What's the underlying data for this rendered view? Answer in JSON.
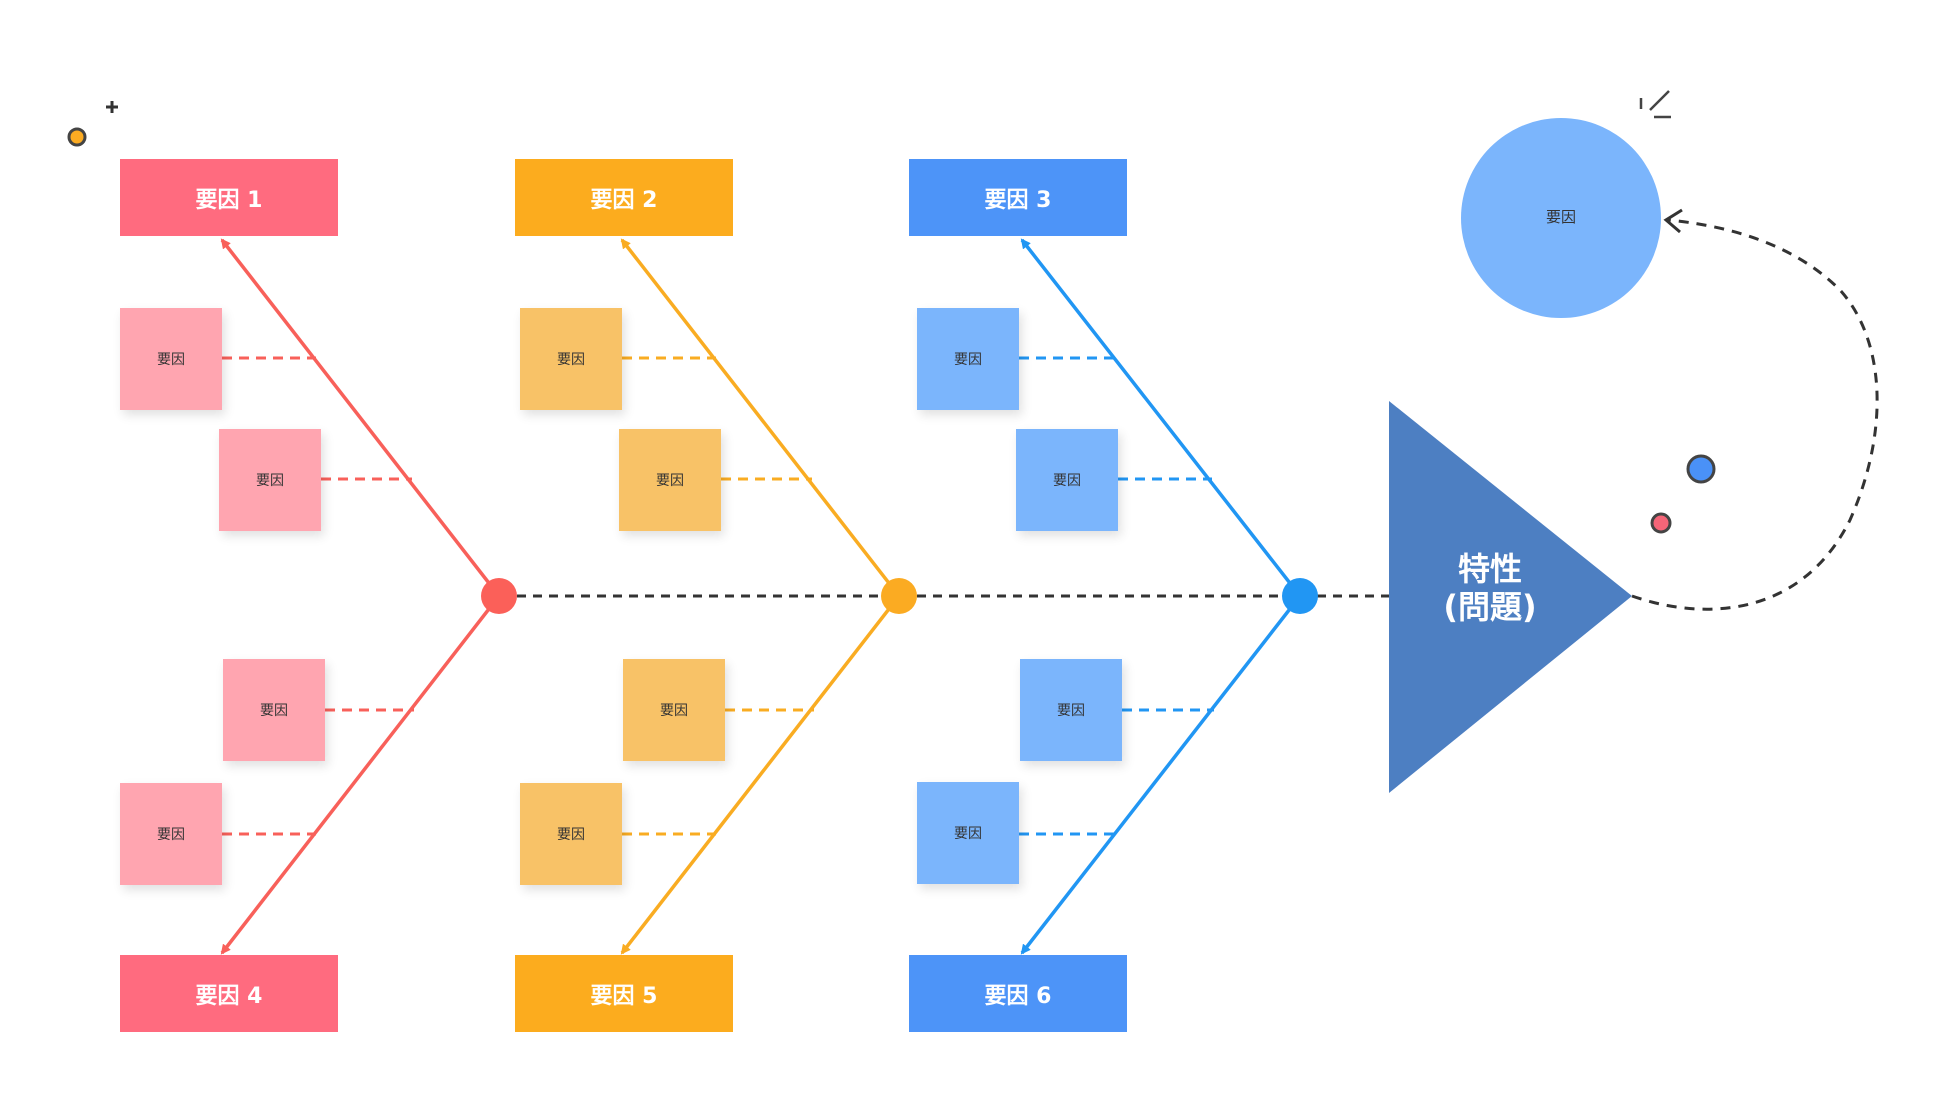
{
  "diagram": {
    "type": "fishbone",
    "effect": {
      "line1": "特性",
      "line2": "(問題)"
    },
    "categories": [
      {
        "label": "要因 1",
        "position": "top",
        "color": "#ff6b7f",
        "line_color": "#f8605a",
        "node_color": "#fb6059",
        "sticky_color": "#ffa5b0",
        "stickies": [
          "要因",
          "要因"
        ]
      },
      {
        "label": "要因 2",
        "position": "top",
        "color": "#fcac1e",
        "line_color": "#f9ac22",
        "node_color": "#fbab22",
        "sticky_color": "#f8c267",
        "stickies": [
          "要因",
          "要因"
        ]
      },
      {
        "label": "要因 3",
        "position": "top",
        "color": "#4d94f8",
        "line_color": "#2196f3",
        "node_color": "#2196f3",
        "sticky_color": "#7bb5fc",
        "stickies": [
          "要因",
          "要因"
        ]
      },
      {
        "label": "要因 4",
        "position": "bottom",
        "color": "#ff6b7f",
        "line_color": "#f8605a",
        "sticky_color": "#ffa5b0",
        "stickies": [
          "要因",
          "要因"
        ]
      },
      {
        "label": "要因 5",
        "position": "bottom",
        "color": "#fcac1e",
        "line_color": "#f9ac22",
        "sticky_color": "#f8c267",
        "stickies": [
          "要因",
          "要因"
        ]
      },
      {
        "label": "要因 6",
        "position": "bottom",
        "color": "#4d94f8",
        "line_color": "#2196f3",
        "sticky_color": "#7bb5fc",
        "stickies": [
          "要因",
          "要因"
        ]
      }
    ],
    "extra_cause": {
      "label": "要因",
      "color": "#7bb5fc"
    },
    "effect_color": "#4d7fc2",
    "spine_color": "#333333",
    "decorations": {
      "orange_dot_color": "#fbab22",
      "blue_dot_color": "#4a91f7",
      "pink_dot_color": "#f56578",
      "outline_color": "#444444"
    }
  }
}
